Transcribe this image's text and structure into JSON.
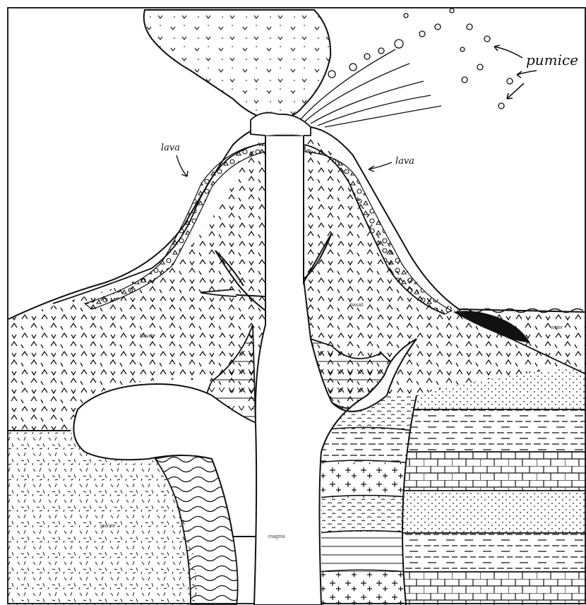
{
  "labels": {
    "pumice": "pumice",
    "lava_left": "lava",
    "lava_right": "lava",
    "basalt_left": "basalt",
    "basalt_right": "basalt",
    "water": "water",
    "granite": "granite",
    "magma": "magma"
  },
  "colors": {
    "ink": "#111111",
    "paper": "#ffffff",
    "obsidian": "#111111"
  }
}
